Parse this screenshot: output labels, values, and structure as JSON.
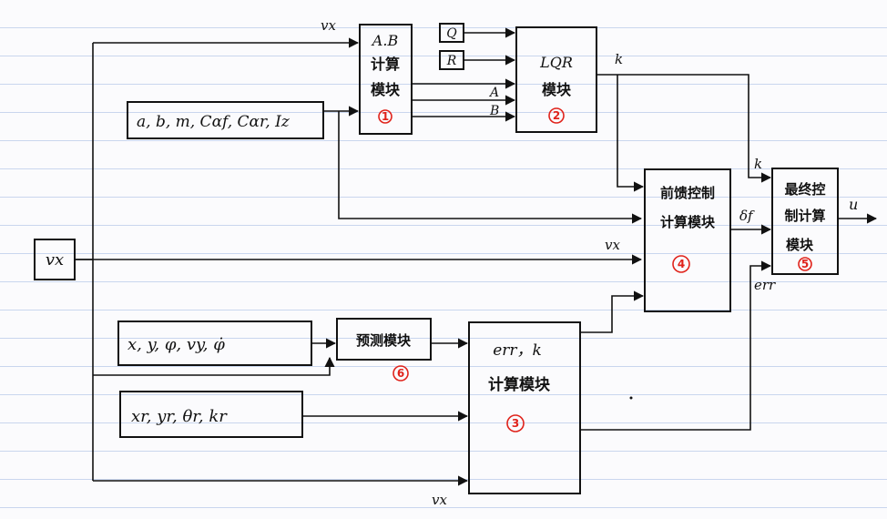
{
  "diagram": {
    "modules": {
      "ab": {
        "label": [
          "A.B",
          "计算",
          "模块"
        ],
        "number": "1"
      },
      "lqr": {
        "label": [
          "LQR",
          "模块"
        ],
        "number": "2"
      },
      "err": {
        "label": [
          "err，k",
          "计算模块"
        ],
        "number": "3"
      },
      "ff": {
        "label": [
          "前馈控制",
          "计算模块"
        ],
        "number": "4"
      },
      "final": {
        "label": [
          "最终控",
          "制计算",
          "模块"
        ],
        "number": "5"
      },
      "pred": {
        "label": [
          "预测模块"
        ],
        "number": "6"
      }
    },
    "inputs": {
      "params": "a, b, m, Cαf, Cαr, Iz",
      "vx": "vx",
      "state": "x, y, φ, vy, φ̇",
      "ref": "xr, yr, θr, kr",
      "Q": "Q",
      "R": "R"
    },
    "signals": {
      "A": "A",
      "B": "B",
      "k_top": "k",
      "k_final": "k",
      "vx_ab": "vx",
      "vx_ff": "vx",
      "vx_err": "vx",
      "delta_f": "δf",
      "err": "err",
      "u": "u"
    }
  }
}
